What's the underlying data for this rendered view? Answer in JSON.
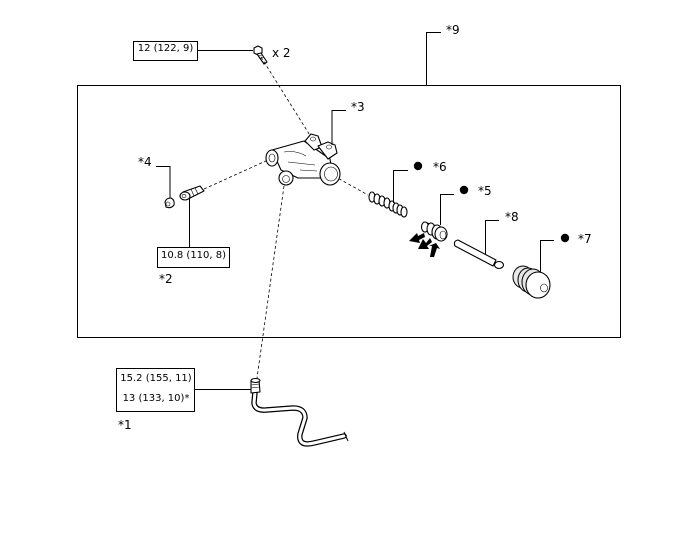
{
  "callouts": {
    "c1": "*1",
    "c2": "*2",
    "c3": "*3",
    "c4": "*4",
    "c5": "*5",
    "c6": "*6",
    "c7": "*7",
    "c8": "*8",
    "c9": "*9"
  },
  "quantity": "x 2",
  "torque": {
    "bolt": "12 (122, 9)",
    "bleeder": "10.8 (110, 8)",
    "pipe_line1": "15.2 (155, 11)",
    "pipe_line2": "13 (133, 10)*"
  },
  "colors": {
    "line": "#000000",
    "fill": "#ffffff",
    "shade": "#e6e6e6"
  },
  "symbols": {
    "grease": "filled-dot-icon",
    "direction": "arrow-icon"
  }
}
